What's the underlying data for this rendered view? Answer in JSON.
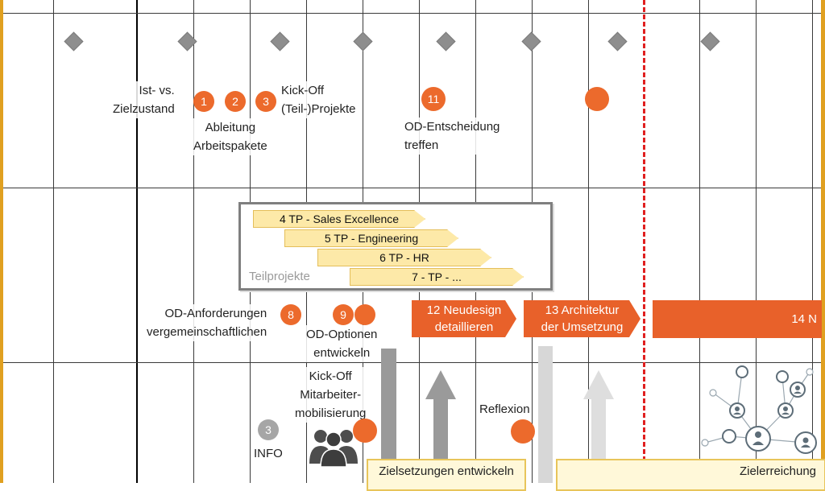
{
  "colors": {
    "frame": "#e0a020",
    "orange": "#ec6a2c",
    "grey_marker": "#a6a6a6",
    "diamond": "#8e8e8e",
    "chevron_fill": "#fde9a8",
    "today_line": "#e02020"
  },
  "milestones": {
    "ist_soll": "Ist- vs.\nZielzustand",
    "ableitung": "Ableitung\nArbeitspakete",
    "kickoff_tp": "Kick-Off\n(Teil-)Projekte",
    "od_entscheidung": "OD-Entscheidung\ntreffen",
    "od_anforderungen": "OD-Anforderungen\nvergemeinschaftlichen",
    "od_optionen": "OD-Optionen\nentwickeln",
    "kickoff_mitarbeiter": "Kick-Off\nMitarbeiter-\nmobilisierung",
    "reflexion": "Reflexion",
    "info": "INFO"
  },
  "markers": {
    "m1": "1",
    "m2": "2",
    "m3": "3",
    "m11": "11",
    "m8": "8",
    "m9": "9",
    "info3": "3"
  },
  "teilprojekte": {
    "title": "Teilprojekte",
    "items": [
      "4 TP - Sales Excellence",
      "5 TP - Engineering",
      "6 TP - HR",
      "7 - TP - ..."
    ]
  },
  "phases": {
    "p12": "12 Neudesign\ndetaillieren",
    "p13": "13 Architektur\nder Umsetzung",
    "p14": "14 N"
  },
  "boxes": {
    "zielsetzungen": "Zielsetzungen entwickeln",
    "zielerreichung": "Zielerreichung"
  },
  "icons": {
    "people": "people-group-icon",
    "network": "network-icon"
  }
}
